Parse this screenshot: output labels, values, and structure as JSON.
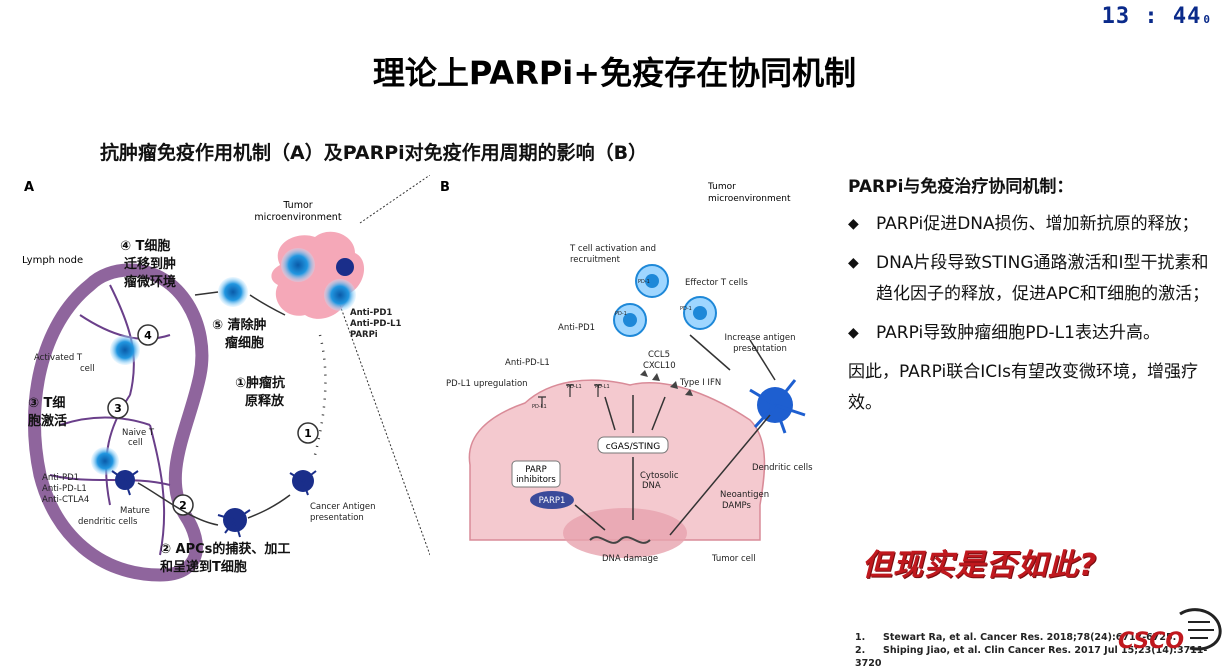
{
  "clock": {
    "time": "13 : 44",
    "suffix": "0"
  },
  "title": "理论上PARPi+免疫存在协同机制",
  "subtitle": "抗肿瘤免疫作用机制（A）及PARPi对免疫作用周期的影响（B）",
  "figA": {
    "panel_label": "A",
    "lymph_node": "Lymph node",
    "tumor_micro_1": "Tumor",
    "tumor_micro_2": "microenvironment",
    "step4_1": "④ T细胞",
    "step4_2": "迁移到肿",
    "step4_3": "瘤微环境",
    "step5_1": "⑤ 清除肿",
    "step5_2": "瘤细胞",
    "step1_1": "①肿瘤抗",
    "step1_2": "原释放",
    "step3_1": "③ T细",
    "step3_2": "胞激活",
    "step2_1": "② APCs的捕获、加工",
    "step2_2": "和呈递到T细胞",
    "activated_t_1": "Activated T",
    "activated_t_2": "cell",
    "naive_t_1": "Naive T",
    "naive_t_2": "cell",
    "anti_pd1": "Anti-PD1",
    "anti_pdl1": "Anti-PD-L1",
    "anti_ctla4": "Anti-CTLA4",
    "mature_dc_1": "Mature",
    "mature_dc_2": "dendritic cells",
    "drug_1": "Anti-PD1",
    "drug_2": "Anti-PD-L1",
    "drug_3": "PARPi",
    "cancer_antigen_1": "Cancer Antigen",
    "cancer_antigen_2": "presentation",
    "n1": "1",
    "n2": "2",
    "n3": "3",
    "n4": "4"
  },
  "figB": {
    "panel_label": "B",
    "tumor_micro_1": "Tumor",
    "tumor_micro_2": "microenvironment",
    "t_activation_1": "T cell activation and",
    "t_activation_2": "recruitment",
    "effector_t": "Effector T cells",
    "anti_pd1": "Anti-PD1",
    "increase_1": "Increase antigen",
    "increase_2": "presentation",
    "anti_pdl1": "Anti-PD-L1",
    "ccl5": "CCL5",
    "cxcl10": "CXCL10",
    "pdl1_up": "PD-L1 upregulation",
    "type1_ifn": "Type I IFN",
    "cgas": "cGAS/STING",
    "parp_inh_1": "PARP",
    "parp_inh_2": "inhibitors",
    "parp1": "PARP1",
    "cytosolic_1": "Cytosolic",
    "cytosolic_2": "DNA",
    "dendritic": "Dendritic cells",
    "neoantigen_1": "Neoantigen",
    "neoantigen_2": "DAMPs",
    "dna_damage": "DNA damage",
    "tumor_cell": "Tumor cell",
    "pd1_tag": "PD-1",
    "pdl1_tag": "PD-L1"
  },
  "right_panel": {
    "heading": "PARPi与免疫治疗协同机制：",
    "bullets": [
      "PARPi促进DNA损伤、增加新抗原的释放；",
      "DNA片段导致STING通路激活和I型干扰素和趋化因子的释放，促进APC和T细胞的激活；",
      "PARPi导致肿瘤细胞PD-L1表达升高。"
    ],
    "bullet_mark": "◆",
    "conclusion": "因此，PARPi联合ICIs有望改变微环境，增强疗效。"
  },
  "question": "但现实是否如此?",
  "references": [
    {
      "n": "1.",
      "text": "Stewart Ra, et al. Cancer Res. 2018;78(24):6717-6725."
    },
    {
      "n": "2.",
      "text": "Shiping Jiao,  et al. Clin Cancer Res. 2017 Jul 15;23(14):3711-3720"
    }
  ],
  "logo_text": "CSCO",
  "colors": {
    "question": "#c0181e",
    "clock": "#0a2a8a",
    "tumor_pink": "#f4c9cf",
    "cell_blue": "#1e88d8",
    "node_purple": "#7b4a8c",
    "dc_navy": "#1a2e8a"
  }
}
